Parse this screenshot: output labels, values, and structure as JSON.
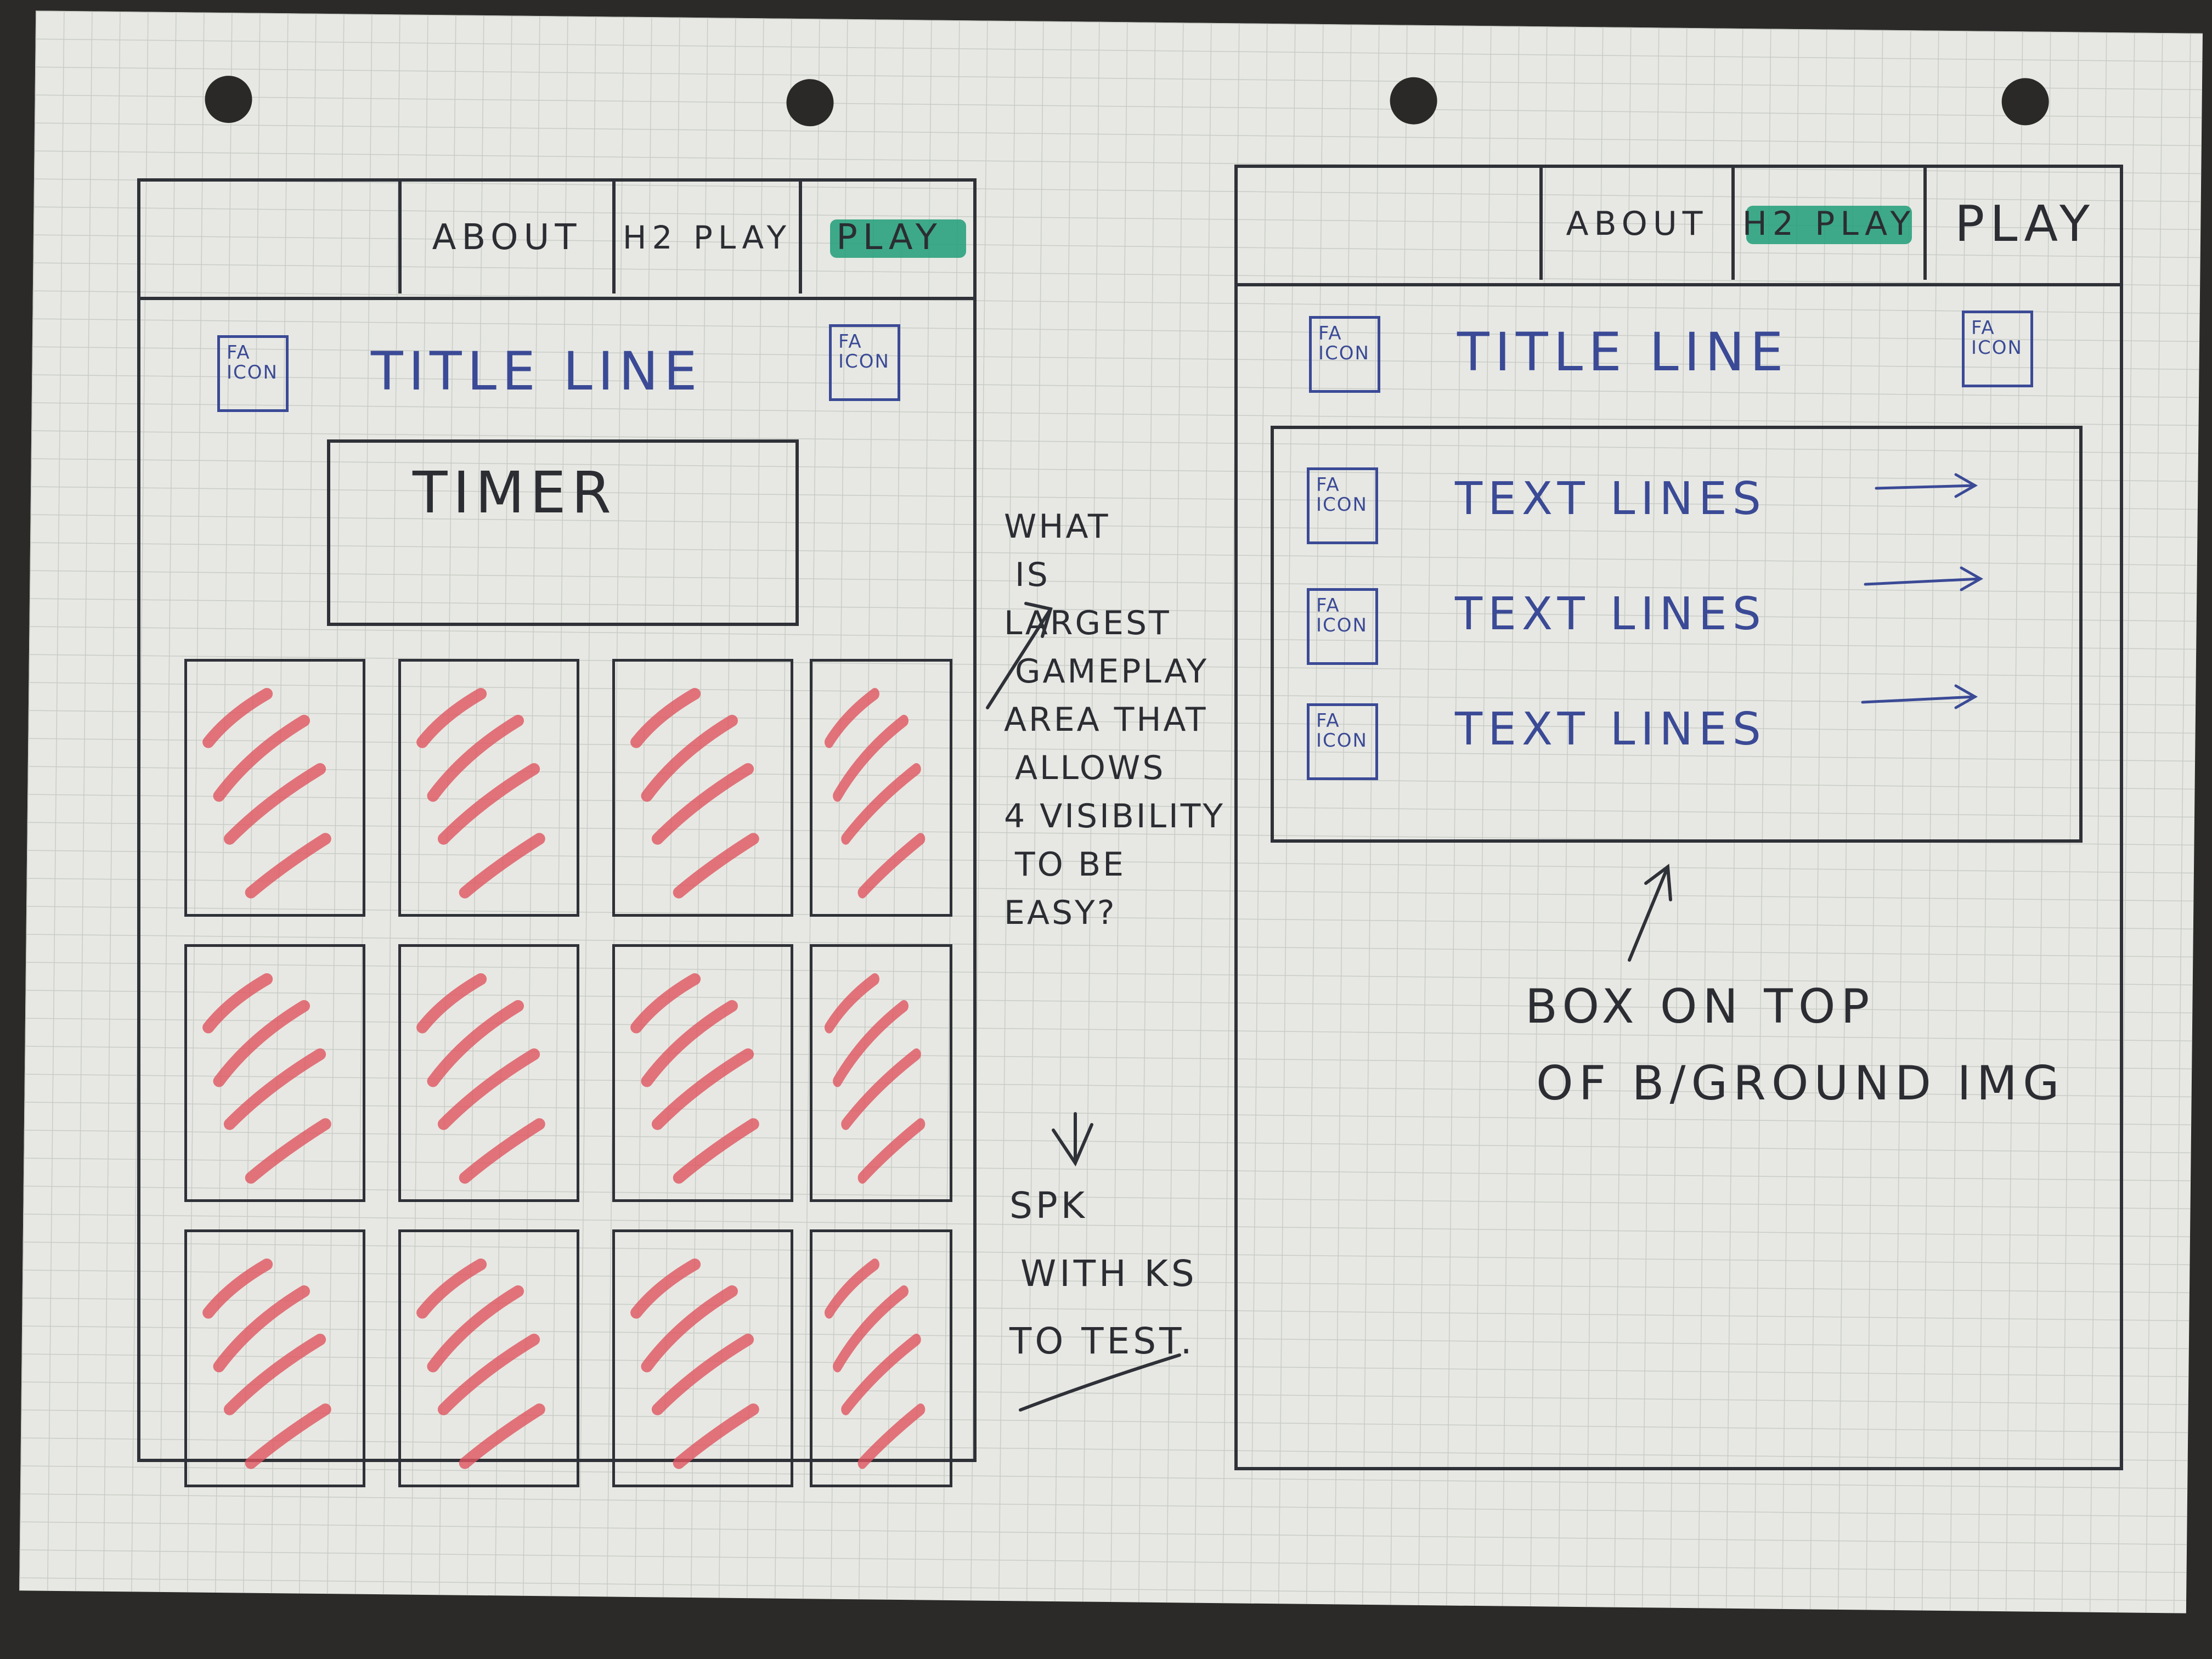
{
  "wireframe_left": {
    "nav": {
      "item_1": "ABOUT",
      "item_2": "H2 PLAY",
      "item_3": "PLAY"
    },
    "icon_label": "FA\nICON",
    "title": "TITLE LINE",
    "timer": "TIMER",
    "tile_count": 12
  },
  "wireframe_right": {
    "nav": {
      "item_1": "ABOUT",
      "item_2": "H2 PLAY",
      "item_3": "PLAY"
    },
    "icon_label": "FA\nICON",
    "title": "TITLE LINE",
    "text_lines": [
      "TEXT LINES",
      "TEXT LINES",
      "TEXT LINES"
    ]
  },
  "notes": {
    "center_question": [
      "WHAT",
      "IS",
      "LARGEST",
      "GAMEPLAY",
      "AREA THAT",
      "ALLOWS",
      "4 VISIBILITY",
      "TO BE",
      "EASY?"
    ],
    "center_action": [
      "SPK",
      "WITH KS",
      "TO TEST."
    ],
    "right_note": [
      "BOX ON TOP",
      "OF B/GROUND IMG"
    ]
  },
  "colors": {
    "pen_black": "#2f3138",
    "pen_blue": "#3b4a96",
    "highlighter_green": "#1f9e78",
    "marker_red": "#e0545f",
    "paper": "#e7e8e3"
  }
}
